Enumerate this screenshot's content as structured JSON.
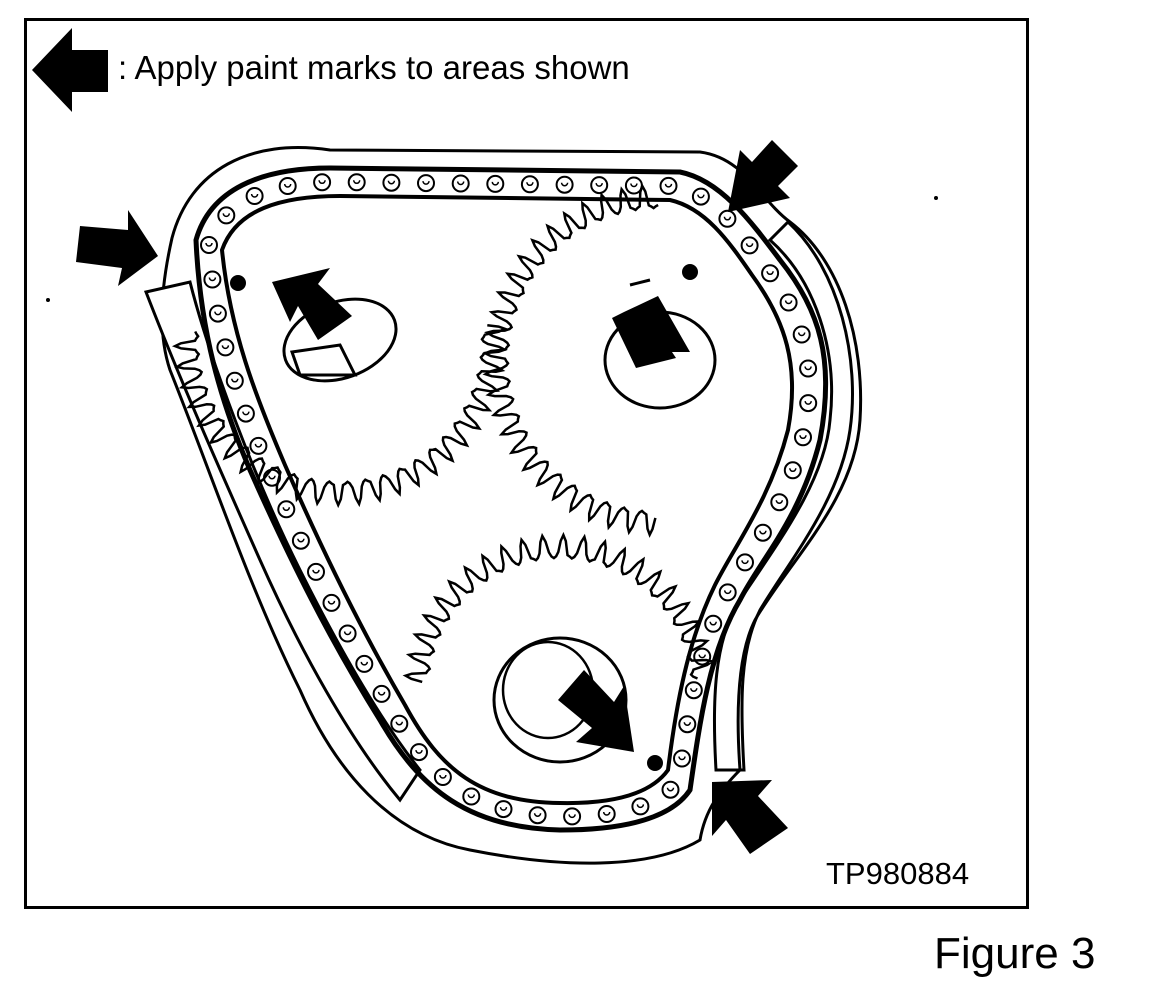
{
  "legend": {
    "icon": "solid-arrow-left-icon",
    "text": ":  Apply paint marks to areas shown"
  },
  "diagram": {
    "code": "TP980884",
    "markers": [
      {
        "id": "top-right",
        "icon": "arrow-icon"
      },
      {
        "id": "left",
        "icon": "arrow-icon"
      },
      {
        "id": "cam-left",
        "icon": "arrow-icon"
      },
      {
        "id": "cam-right",
        "icon": "arrow-icon"
      },
      {
        "id": "crank",
        "icon": "arrow-icon"
      },
      {
        "id": "bottom-right",
        "icon": "arrow-icon"
      }
    ]
  },
  "figure": {
    "label": "Figure 3"
  },
  "colors": {
    "ink": "#000000",
    "paper": "#ffffff"
  }
}
